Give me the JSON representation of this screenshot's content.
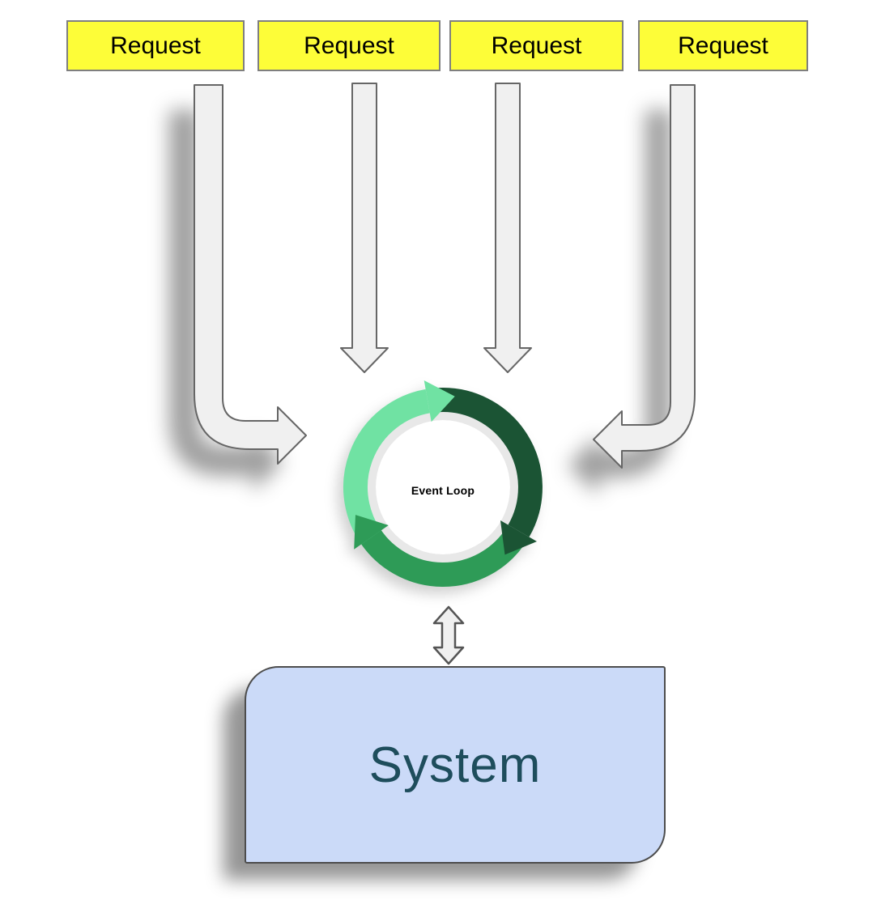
{
  "requests": [
    {
      "label": "Request"
    },
    {
      "label": "Request"
    },
    {
      "label": "Request"
    },
    {
      "label": "Request"
    }
  ],
  "event_loop": {
    "label": "Event Loop"
  },
  "system": {
    "label": "System"
  },
  "colors": {
    "request_fill": "#FDFD38",
    "request_border": "#7F7F7F",
    "arrow_fill": "#F0F0F0",
    "arrow_border": "#666666",
    "double_arrow_border": "#555555",
    "loop_light_green": "#70E2A3",
    "loop_mid_green": "#2E9B57",
    "loop_dark_green": "#1B5434",
    "loop_ring_gray": "#E8E8E8",
    "loop_center": "#FFFFFF",
    "system_fill": "#CBDAF8",
    "system_border": "#4D4D4D",
    "system_text": "#1E4D5C"
  }
}
